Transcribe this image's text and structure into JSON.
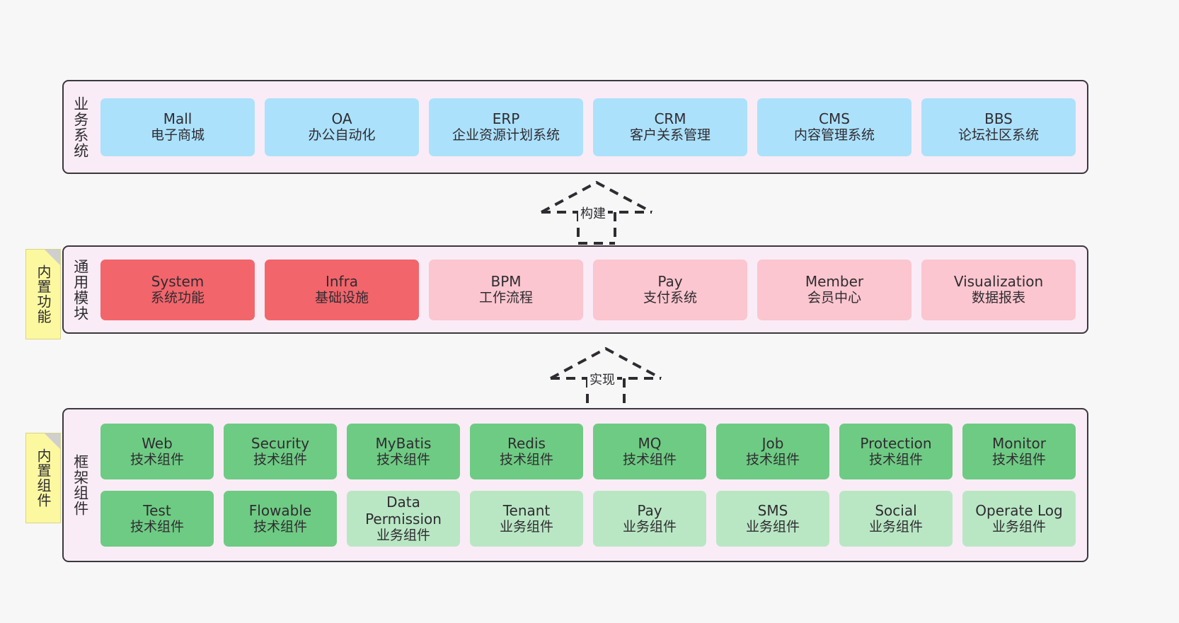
{
  "diagram": {
    "title": "",
    "colors": {
      "canvas": "#f7f7f7",
      "panel_bg": "#f9ecf6",
      "panel_border": "#3b383d",
      "business_card": "#ace1fb",
      "common_card_accent": "#f2656b",
      "common_card": "#fbc6cf",
      "framework_tech": "#6ecb83",
      "framework_biz": "#b9e7c4",
      "note_bg": "#fbf8a0",
      "note_fold": "#cfcfcf"
    }
  },
  "tiers": [
    {
      "id": "business-system",
      "label": "业务系统",
      "cards": [
        {
          "title": "Mall",
          "sub": "电子商城",
          "variant": "blue"
        },
        {
          "title": "OA",
          "sub": "办公自动化",
          "variant": "blue"
        },
        {
          "title": "ERP",
          "sub": "企业资源计划系统",
          "variant": "blue"
        },
        {
          "title": "CRM",
          "sub": "客户关系管理",
          "variant": "blue"
        },
        {
          "title": "CMS",
          "sub": "内容管理系统",
          "variant": "blue"
        },
        {
          "title": "BBS",
          "sub": "论坛社区系统",
          "variant": "blue"
        }
      ]
    },
    {
      "id": "common-module",
      "label": "通用模块",
      "note": "内置功能",
      "cards": [
        {
          "title": "System",
          "sub": "系统功能",
          "variant": "accent"
        },
        {
          "title": "Infra",
          "sub": "基础设施",
          "variant": "accent"
        },
        {
          "title": "BPM",
          "sub": "工作流程",
          "variant": "pink"
        },
        {
          "title": "Pay",
          "sub": "支付系统",
          "variant": "pink"
        },
        {
          "title": "Member",
          "sub": "会员中心",
          "variant": "pink"
        },
        {
          "title": "Visualization",
          "sub": "数据报表",
          "variant": "pink"
        }
      ]
    },
    {
      "id": "framework-component",
      "label": "框架组件",
      "note": "内置组件",
      "rows": [
        [
          {
            "title": "Web",
            "sub": "技术组件",
            "variant": "tech"
          },
          {
            "title": "Security",
            "sub": "技术组件",
            "variant": "tech"
          },
          {
            "title": "MyBatis",
            "sub": "技术组件",
            "variant": "tech"
          },
          {
            "title": "Redis",
            "sub": "技术组件",
            "variant": "tech"
          },
          {
            "title": "MQ",
            "sub": "技术组件",
            "variant": "tech"
          },
          {
            "title": "Job",
            "sub": "技术组件",
            "variant": "tech"
          },
          {
            "title": "Protection",
            "sub": "技术组件",
            "variant": "tech"
          },
          {
            "title": "Monitor",
            "sub": "技术组件",
            "variant": "tech"
          }
        ],
        [
          {
            "title": "Test",
            "sub": "技术组件",
            "variant": "tech"
          },
          {
            "title": "Flowable",
            "sub": "技术组件",
            "variant": "tech"
          },
          {
            "title": "Data Permission",
            "sub": "业务组件",
            "variant": "biz"
          },
          {
            "title": "Tenant",
            "sub": "业务组件",
            "variant": "biz"
          },
          {
            "title": "Pay",
            "sub": "业务组件",
            "variant": "biz"
          },
          {
            "title": "SMS",
            "sub": "业务组件",
            "variant": "biz"
          },
          {
            "title": "Social",
            "sub": "业务组件",
            "variant": "biz"
          },
          {
            "title": "Operate Log",
            "sub": "业务组件",
            "variant": "biz"
          }
        ]
      ]
    }
  ],
  "connectors": [
    {
      "id": "build",
      "label": "构建"
    },
    {
      "id": "implement",
      "label": "实现"
    }
  ]
}
